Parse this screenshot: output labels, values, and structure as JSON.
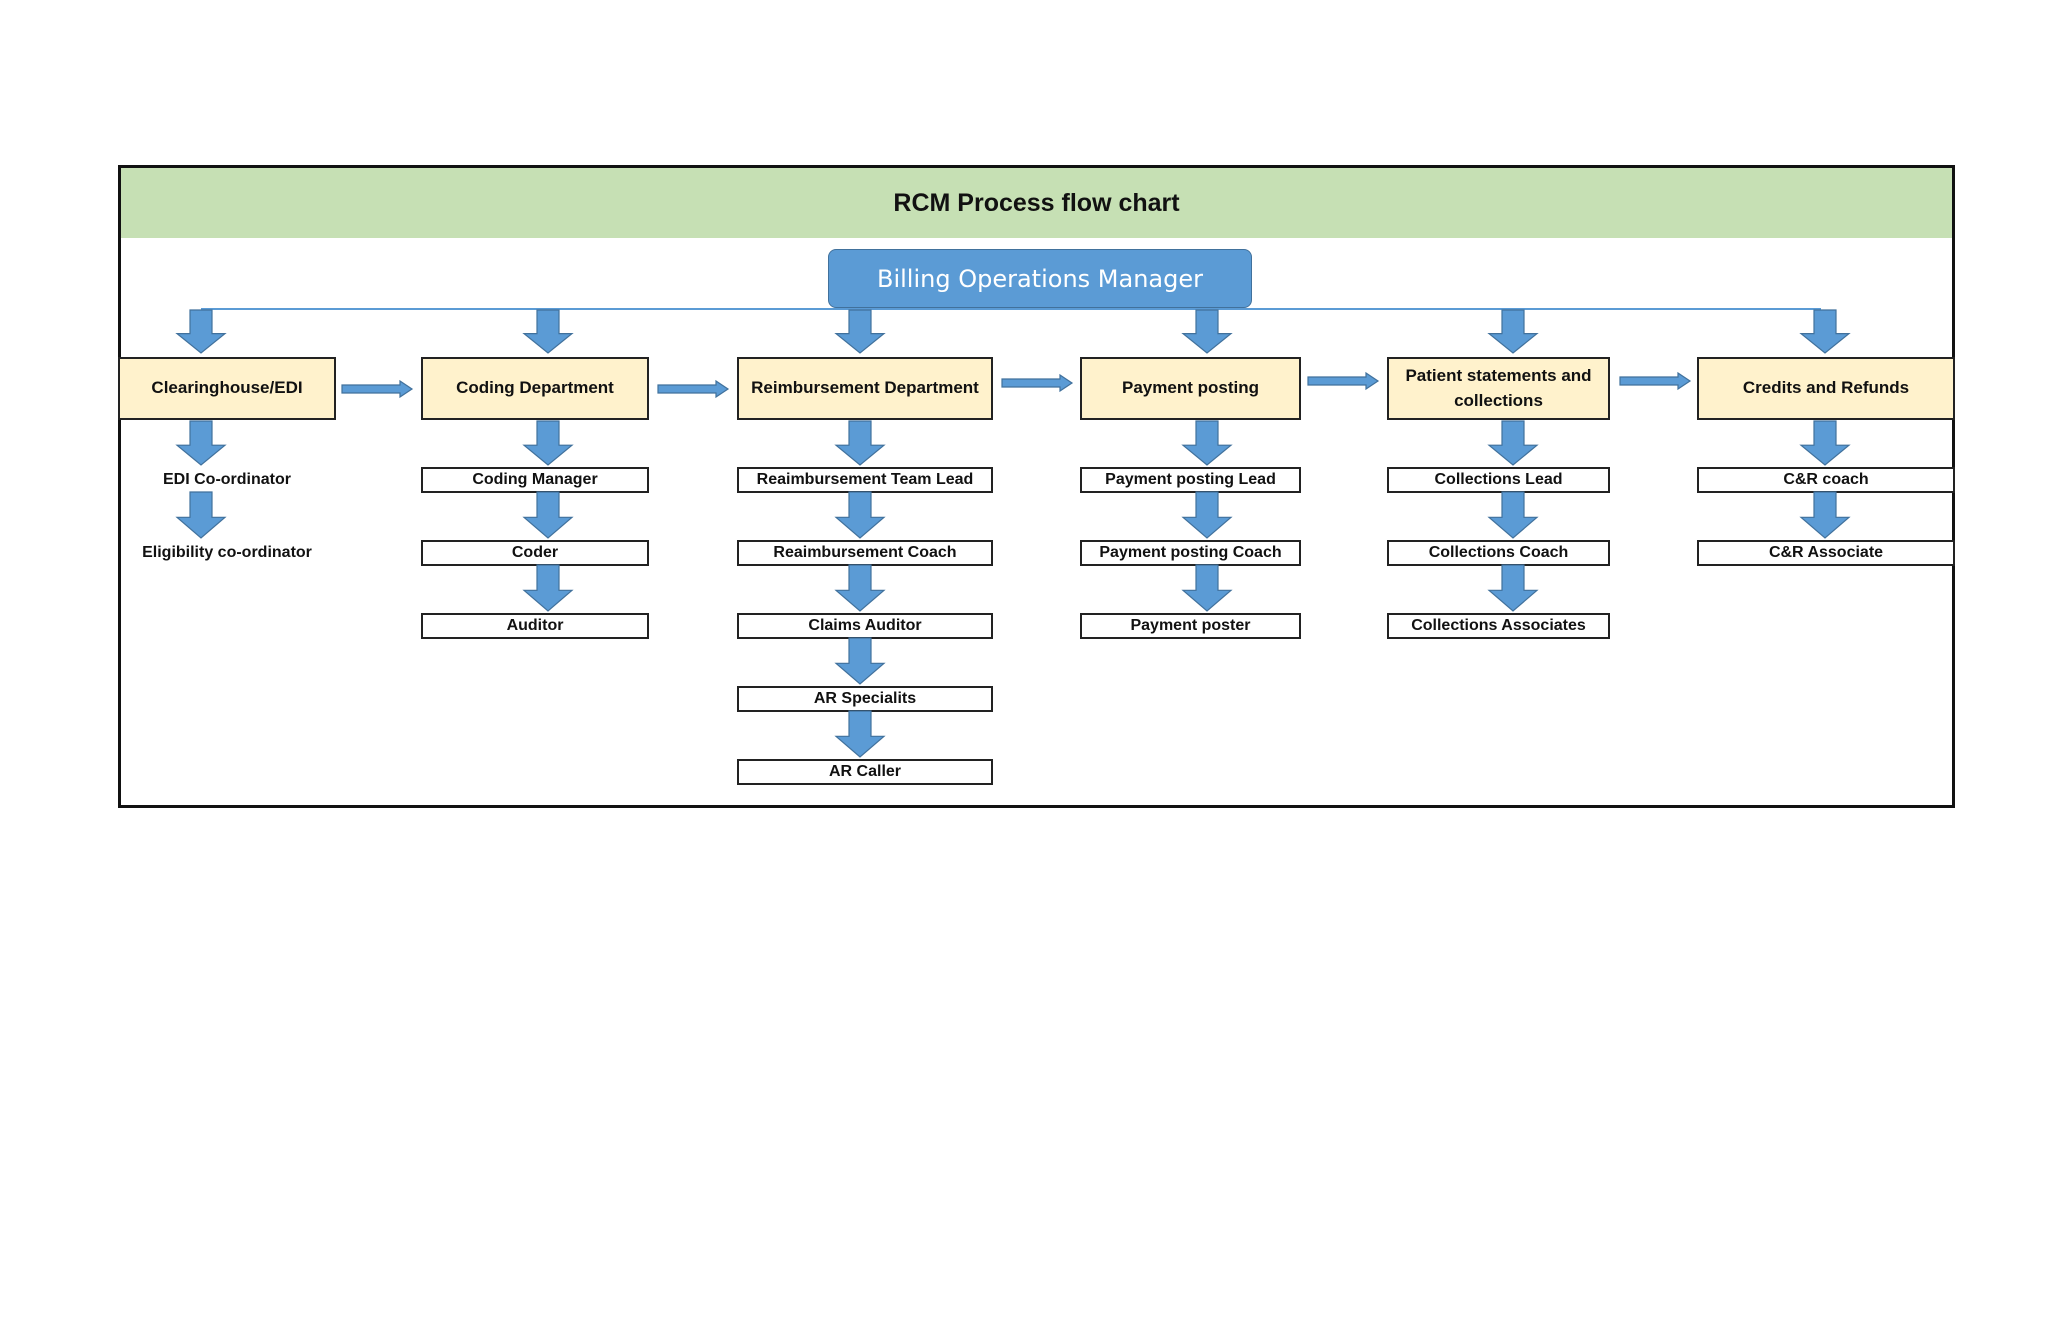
{
  "title": "RCM Process flow chart",
  "manager": "Billing Operations Manager",
  "colors": {
    "title_band": "#c6e0b4",
    "manager_fill": "#5b9bd5",
    "department_fill": "#fff2cc",
    "arrow_fill": "#5b9bd5",
    "arrow_stroke": "#41719c"
  },
  "icons": {
    "down_arrow": "block-arrow-down",
    "right_arrow": "block-arrow-right"
  },
  "departments": [
    {
      "name": "Clearinghouse/EDI",
      "roles": [
        "EDI Co-ordinator",
        "Eligibility co-ordinator"
      ],
      "roles_boxed": false
    },
    {
      "name": "Coding Department",
      "roles": [
        "Coding Manager",
        "Coder",
        "Auditor"
      ],
      "roles_boxed": true
    },
    {
      "name": "Reimbursement Department",
      "roles": [
        "Reaimbursement Team Lead",
        "Reaimbursement Coach",
        "Claims Auditor",
        "AR Specialits",
        "AR Caller"
      ],
      "roles_boxed": true
    },
    {
      "name": "Payment posting",
      "roles": [
        "Payment posting Lead",
        "Payment posting Coach",
        "Payment poster"
      ],
      "roles_boxed": true
    },
    {
      "name": "Patient statements and collections",
      "roles": [
        "Collections Lead",
        "Collections Coach",
        "Collections Associates"
      ],
      "roles_boxed": true
    },
    {
      "name": "Credits and Refunds",
      "roles": [
        "C&R coach",
        "C&R Associate"
      ],
      "roles_boxed": true
    }
  ]
}
